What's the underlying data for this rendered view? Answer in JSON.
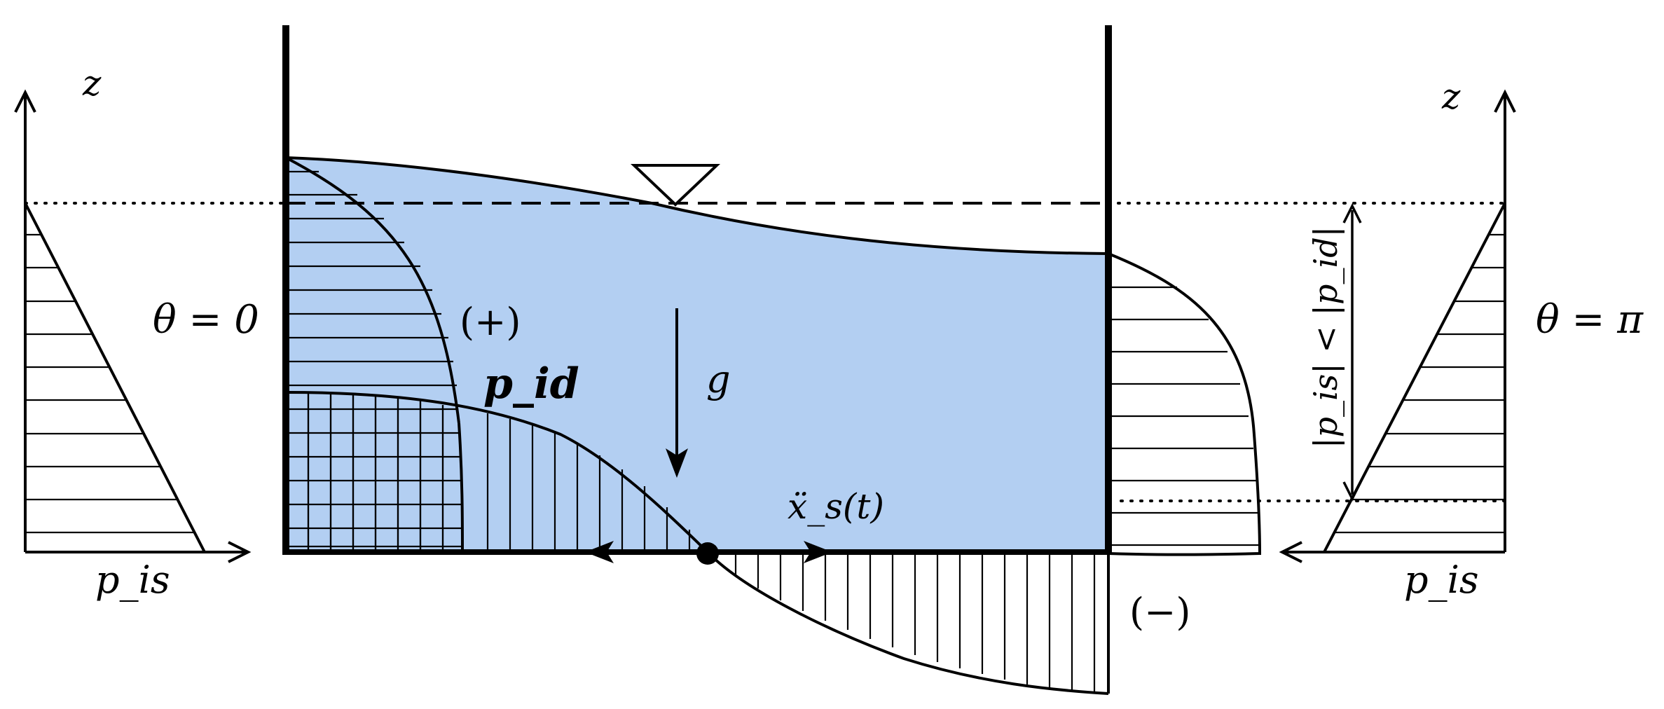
{
  "labels": {
    "z_left": "z",
    "z_right": "z",
    "p_is_left": "p_is",
    "p_is_right": "p_is",
    "theta_left": "θ = 0",
    "theta_right": "θ = π",
    "plus": "(+)",
    "minus": "(−)",
    "p_id": "p_id",
    "g": "g",
    "accel": "ẍ_s(t)",
    "inequality": "|p_is| < |p_id|"
  },
  "colors": {
    "fluid": "#b3cff2",
    "line": "#000000"
  }
}
